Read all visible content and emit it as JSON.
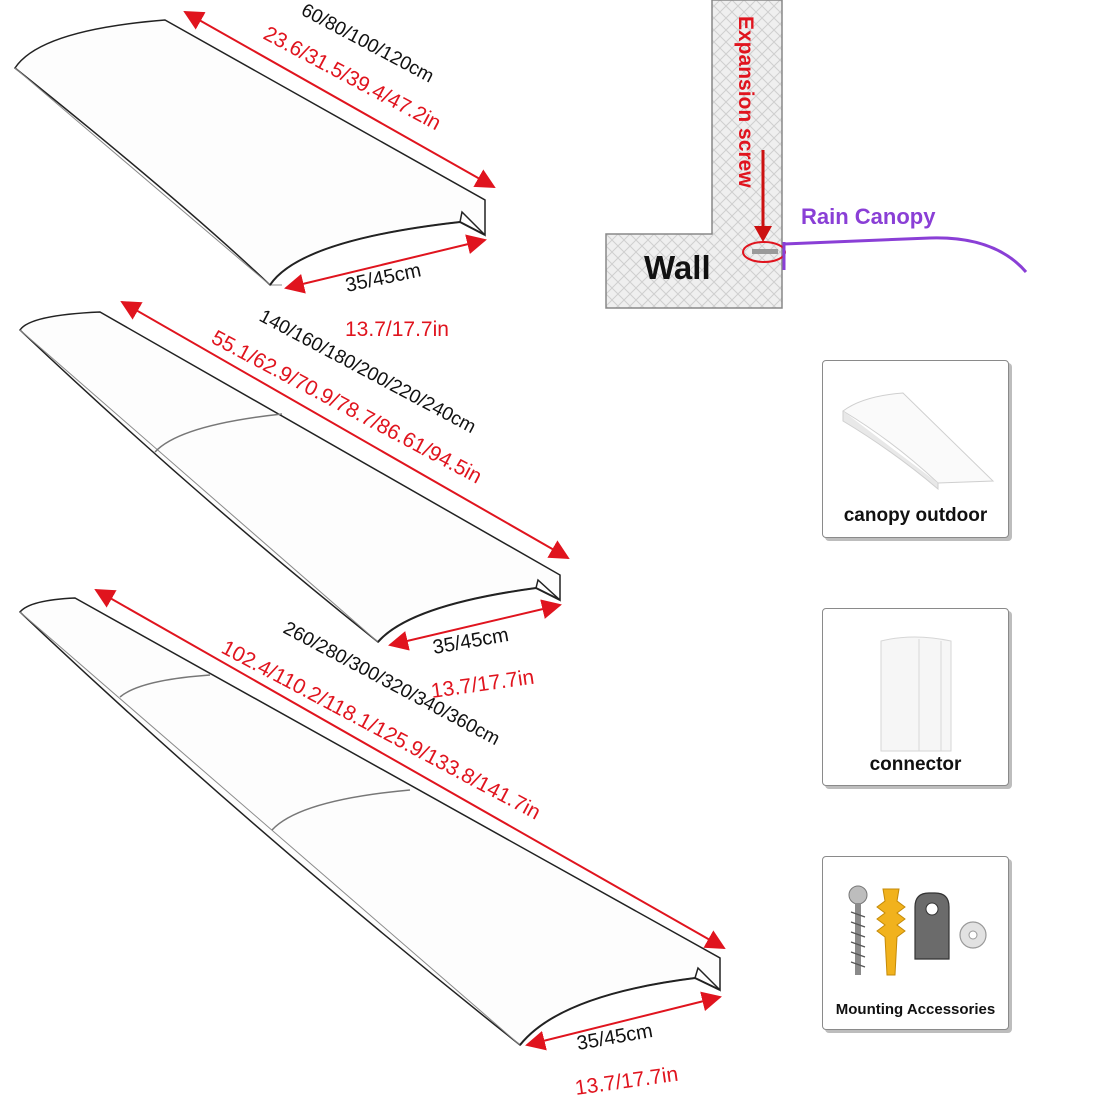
{
  "panels": {
    "short": {
      "length_cm": "60/80/100/120cm",
      "length_in": "23.6/31.5/39.4/47.2in",
      "width_cm": "35/45cm",
      "width_in": "13.7/17.7in"
    },
    "medium": {
      "length_cm": "140/160/180/200/220/240cm",
      "length_in": "55.1/62.9/70.9/78.7/86.61/94.5in",
      "width_cm": "35/45cm",
      "width_in": "13.7/17.7in"
    },
    "long": {
      "length_cm": "260/280/300/320/340/360cm",
      "length_in": "102.4/110.2/118.1/125.9/133.8/141.7in",
      "width_cm": "35/45cm",
      "width_in": "13.7/17.7in"
    }
  },
  "install_diagram": {
    "wall_label": "Wall",
    "screw_label": "Expansion screw",
    "canopy_label": "Rain Canopy"
  },
  "parts": [
    {
      "label": "canopy outdoor",
      "icon": "canopy-panel-icon"
    },
    {
      "label": "connector",
      "icon": "connector-icon"
    },
    {
      "label": "Mounting Accessories",
      "icon": "mounting-hardware-icon"
    }
  ],
  "colors": {
    "dimension_red": "#e0141e",
    "canopy_purple": "#8a3fd6",
    "text_black": "#111111"
  }
}
